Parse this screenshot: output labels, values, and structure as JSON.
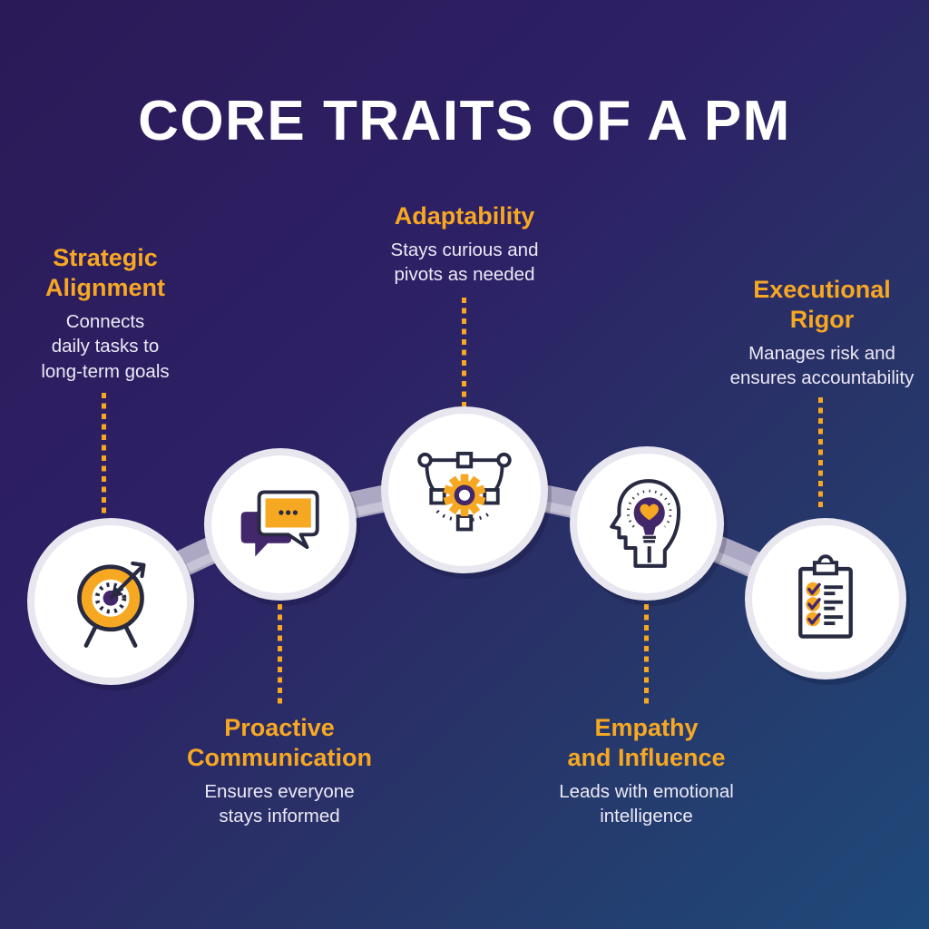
{
  "title": "CORE TRAITS OF A PM",
  "colors": {
    "background_top_left": "#2B1A57",
    "background_bottom_right": "#1E4A7A",
    "accent_yellow": "#F7A823",
    "body_text": "#EDE9F6",
    "icon_outline": "#272A40",
    "icon_purple": "#43276B",
    "connector_band": "#ACA7C2",
    "connector_band_highlight": "#C7C3D6",
    "circle_fill": "#FFFFFF",
    "circle_ring": "#E8E6EF"
  },
  "traits": [
    {
      "id": "strategic-alignment",
      "label": "Strategic\nAlignment",
      "description": "Connects\ndaily tasks to\nlong-term goals",
      "icon": "target-arrow-icon",
      "label_position": "above"
    },
    {
      "id": "proactive-communication",
      "label": "Proactive\nCommunication",
      "description": "Ensures everyone\nstays informed",
      "icon": "chat-bubbles-icon",
      "label_position": "below"
    },
    {
      "id": "adaptability",
      "label": "Adaptability",
      "description": "Stays curious and\npivots as needed",
      "icon": "bezier-gear-icon",
      "label_position": "above"
    },
    {
      "id": "empathy-and-influence",
      "label": "Empathy\nand Influence",
      "description": "Leads with emotional\nintelligence",
      "icon": "head-lightbulb-icon",
      "label_position": "below"
    },
    {
      "id": "executional-rigor",
      "label": "Executional\nRigor",
      "description": "Manages risk and\nensures accountability",
      "icon": "clipboard-checklist-icon",
      "label_position": "above"
    }
  ]
}
